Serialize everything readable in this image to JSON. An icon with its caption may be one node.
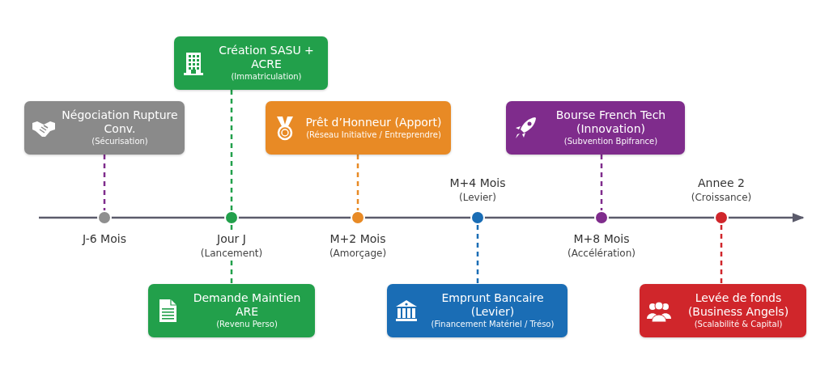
{
  "diagram": {
    "nodes": [
      {
        "text": [
          "Création SASU + ACRE",
          "(Immatriculation)"
        ]
      },
      {
        "text": [
          "Négociation Rupture Conv.",
          "(Sécurisation)"
        ]
      },
      {
        "text": [
          "Prêt d’Honneur (Apport)",
          "(Réseau Initiative / Entreprendre)"
        ]
      },
      {
        "text": [
          "Bourse French Tech (Innovation)",
          "(Subvention Bpifrance)"
        ]
      },
      {
        "text": [],
        "shape": "circle",
        "beside": [
          "J-6 Mois"
        ]
      },
      {
        "text": [],
        "shape": "circle",
        "beside": [
          "Jour J",
          "(Lancement)"
        ]
      },
      {
        "text": [],
        "shape": "circle",
        "beside": [
          "M+2 Mois",
          "(Amorçage)"
        ]
      },
      {
        "text": [],
        "shape": "circle",
        "beside": [
          "M+4 Mois",
          "(Levier)"
        ]
      },
      {
        "text": [],
        "shape": "circle",
        "beside": [
          "M+8 Mois",
          "(Accélération)"
        ]
      },
      {
        "text": [],
        "shape": "circle",
        "beside": [
          "Annee 2",
          "(Croissance)"
        ]
      },
      {
        "text": [
          "Demande Maintien ARE",
          "(Revenu Perso)"
        ]
      },
      {
        "text": [
          "Emprunt Bancaire (Levier)",
          "(Financement Matériel / Tréso)"
        ]
      },
      {
        "text": [
          "Levée de fonds (Business Angels)",
          "(Scalabilité & Capital)"
        ]
      }
    ],
    "edges": [
      {
        "from": 1,
        "to": 4,
        "arrow": "none",
        "style": "dashed",
        "color": "#7f2c8c"
      },
      {
        "from": 0,
        "to": 5,
        "arrow": "none",
        "style": "dashed",
        "color": "#22a04b"
      },
      {
        "from": 2,
        "to": 6,
        "arrow": "none",
        "style": "dashed",
        "color": "#e88a25"
      },
      {
        "from": 3,
        "to": 8,
        "arrow": "none",
        "style": "dashed",
        "color": "#7f2c8c"
      },
      {
        "from": 5,
        "to": 10,
        "arrow": "none",
        "style": "dashed",
        "color": "#22a04b"
      },
      {
        "from": 7,
        "to": 11,
        "arrow": "none",
        "style": "dashed",
        "color": "#1a6db5"
      },
      {
        "from": 9,
        "to": 12,
        "arrow": "none",
        "style": "dashed",
        "color": "#d0262b"
      }
    ]
  }
}
